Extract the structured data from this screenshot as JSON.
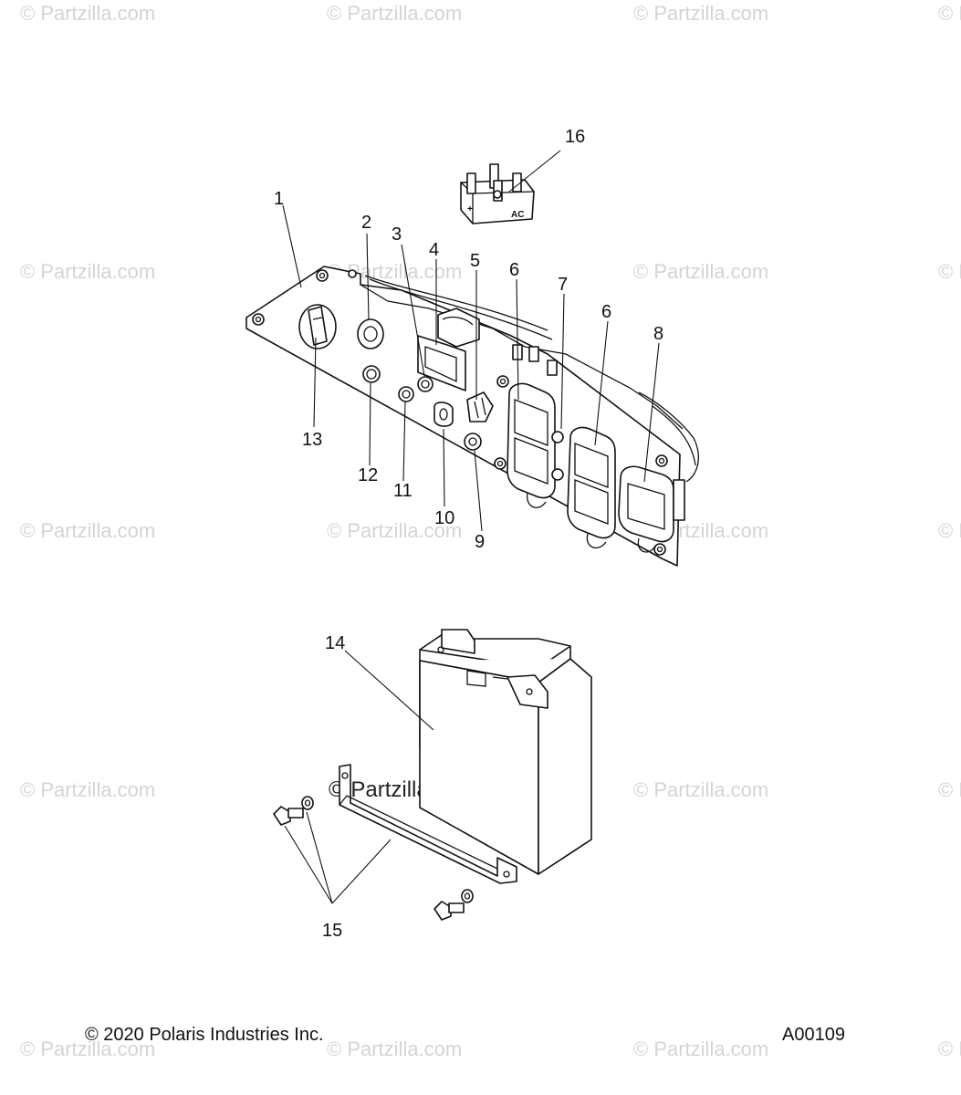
{
  "watermark": {
    "text": "© Partzilla.com"
  },
  "copyright": "© 2020 Polaris Industries Inc.",
  "figure_code": "A00109",
  "callouts": {
    "c1": "1",
    "c2": "2",
    "c3": "3",
    "c4": "4",
    "c5": "5",
    "c6a": "6",
    "c6b": "6",
    "c7": "7",
    "c8": "8",
    "c9": "9",
    "c10": "10",
    "c11": "11",
    "c12": "12",
    "c13": "13",
    "c14": "14",
    "c15": "15",
    "c16": "16"
  },
  "rectifier_labels": {
    "plus": "+",
    "ac": "AC"
  }
}
